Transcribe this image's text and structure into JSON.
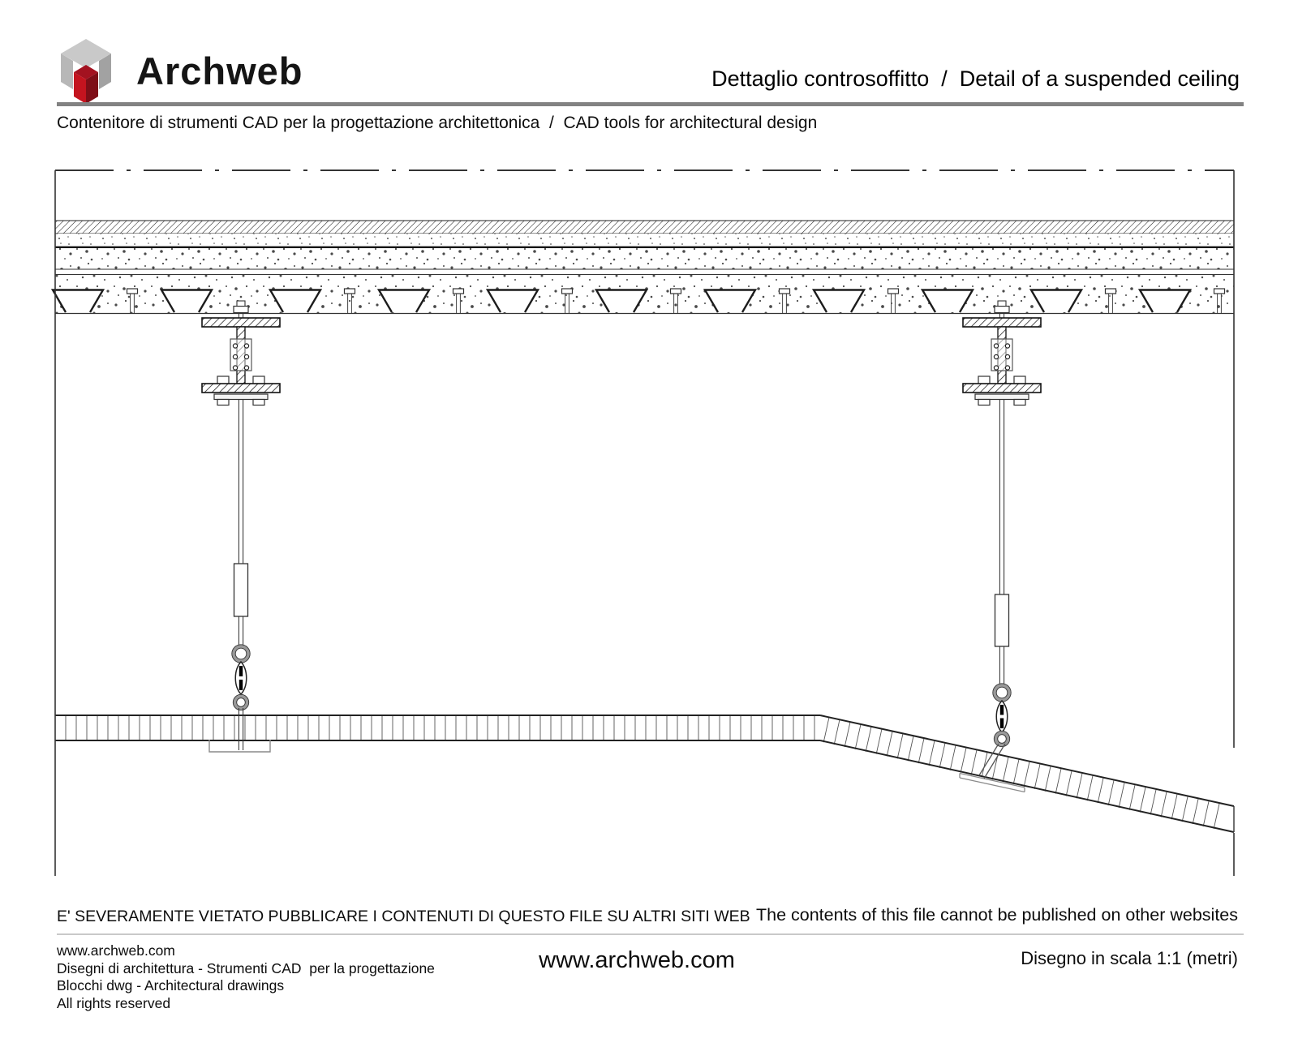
{
  "header": {
    "brand": "Archweb",
    "logo_icon": "archweb-cube-logo",
    "title": "Dettaglio controsoffitto  /  Detail of a suspended ceiling",
    "subtitle": "Contenitore di strumenti CAD per la progettazione architettonica  /  CAD tools for architectural design",
    "rule_color": "#828282"
  },
  "notice": {
    "it": "E' SEVERAMENTE VIETATO PUBBLICARE I CONTENUTI DI QUESTO FILE SU ALTRI SITI WEB",
    "en": "The contents of this file cannot be published on other websites"
  },
  "footer": {
    "site": "www.archweb.com",
    "tagline_it": "Disegni di architettura - Strumenti CAD  per la progettazione",
    "tagline_en": "Blocchi dwg - Architectural drawings",
    "rights": "All rights reserved",
    "center_site": "www.archweb.com",
    "scale_note": "Disegno in scala 1:1 (metri)"
  },
  "colors": {
    "line": "#1a1a1a",
    "logo_red": "#c4141f",
    "logo_red_dark": "#7e0e17",
    "logo_gray": "#c9c9c9",
    "header_rule": "#828282",
    "footer_divider": "#c9c9c9"
  }
}
